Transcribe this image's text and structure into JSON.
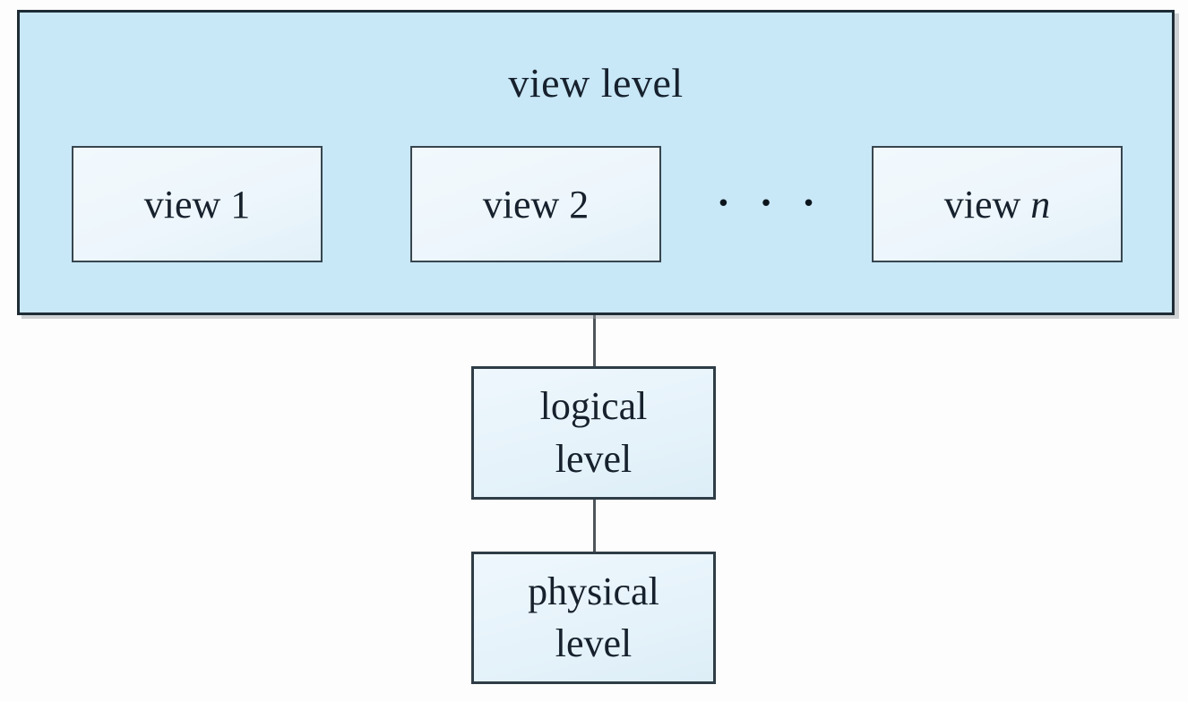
{
  "diagram": {
    "title": "view level",
    "view_boxes": [
      {
        "label": "view 1"
      },
      {
        "label": "view 2"
      }
    ],
    "view_box_n": {
      "prefix": "view ",
      "variable": "n"
    },
    "ellipsis": "• • •",
    "logical_label": "logical\nlevel",
    "physical_label": "physical\nlevel"
  },
  "colors": {
    "container_fill": "#c8e7f7",
    "inner_box_fill": "#edf6fc",
    "lower_box_fill": "#e5f2fa",
    "border_dark": "#1e2c35",
    "border_inner": "#37464f",
    "text": "#16212d",
    "connector": "#4f555a",
    "page_background": "#fdfdfd"
  }
}
